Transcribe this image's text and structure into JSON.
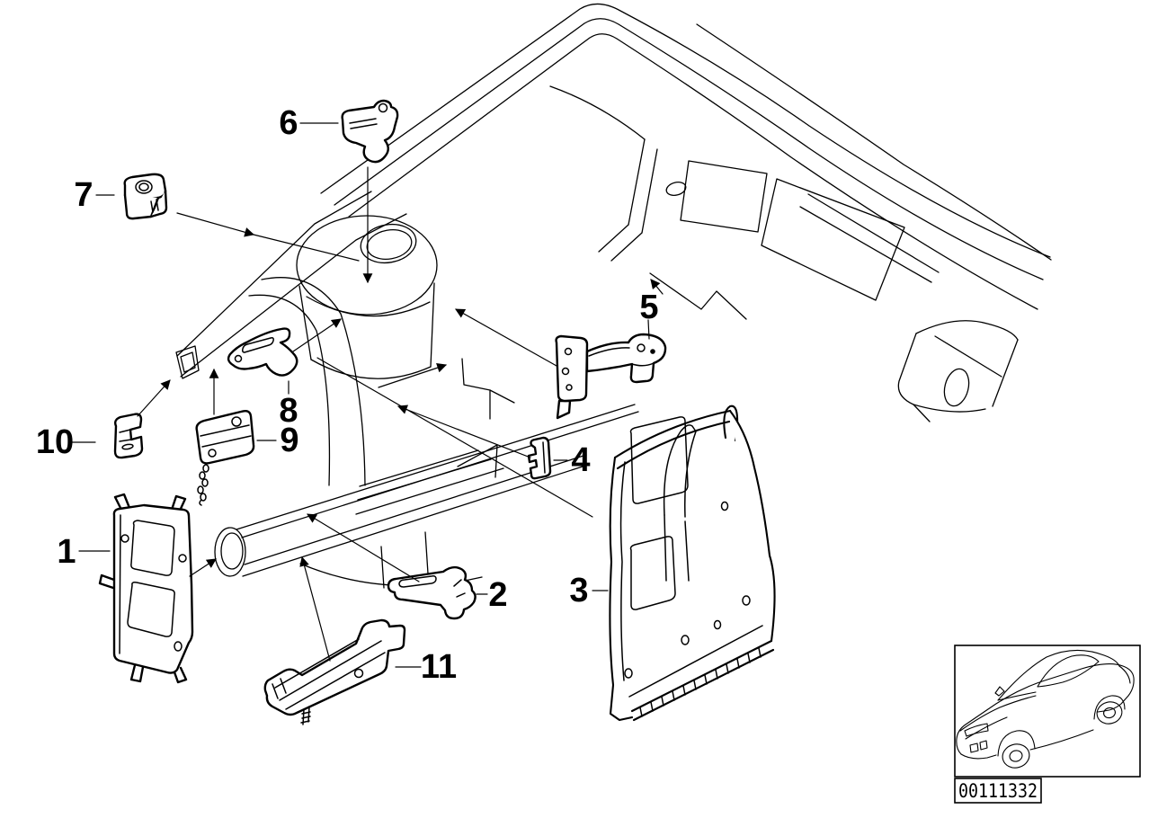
{
  "page": {
    "background_color": "#ffffff",
    "line_color": "#000000",
    "description": "Exploded parts line diagram, front body bracket parts with numbered callouts"
  },
  "diagram": {
    "callouts": [
      {
        "label": "1"
      },
      {
        "label": "2"
      },
      {
        "label": "3"
      },
      {
        "label": "4"
      },
      {
        "label": "5"
      },
      {
        "label": "6"
      },
      {
        "label": "7"
      },
      {
        "label": "8"
      },
      {
        "label": "9"
      },
      {
        "label": "10"
      },
      {
        "label": "11"
      }
    ],
    "image_code": "00111332"
  }
}
